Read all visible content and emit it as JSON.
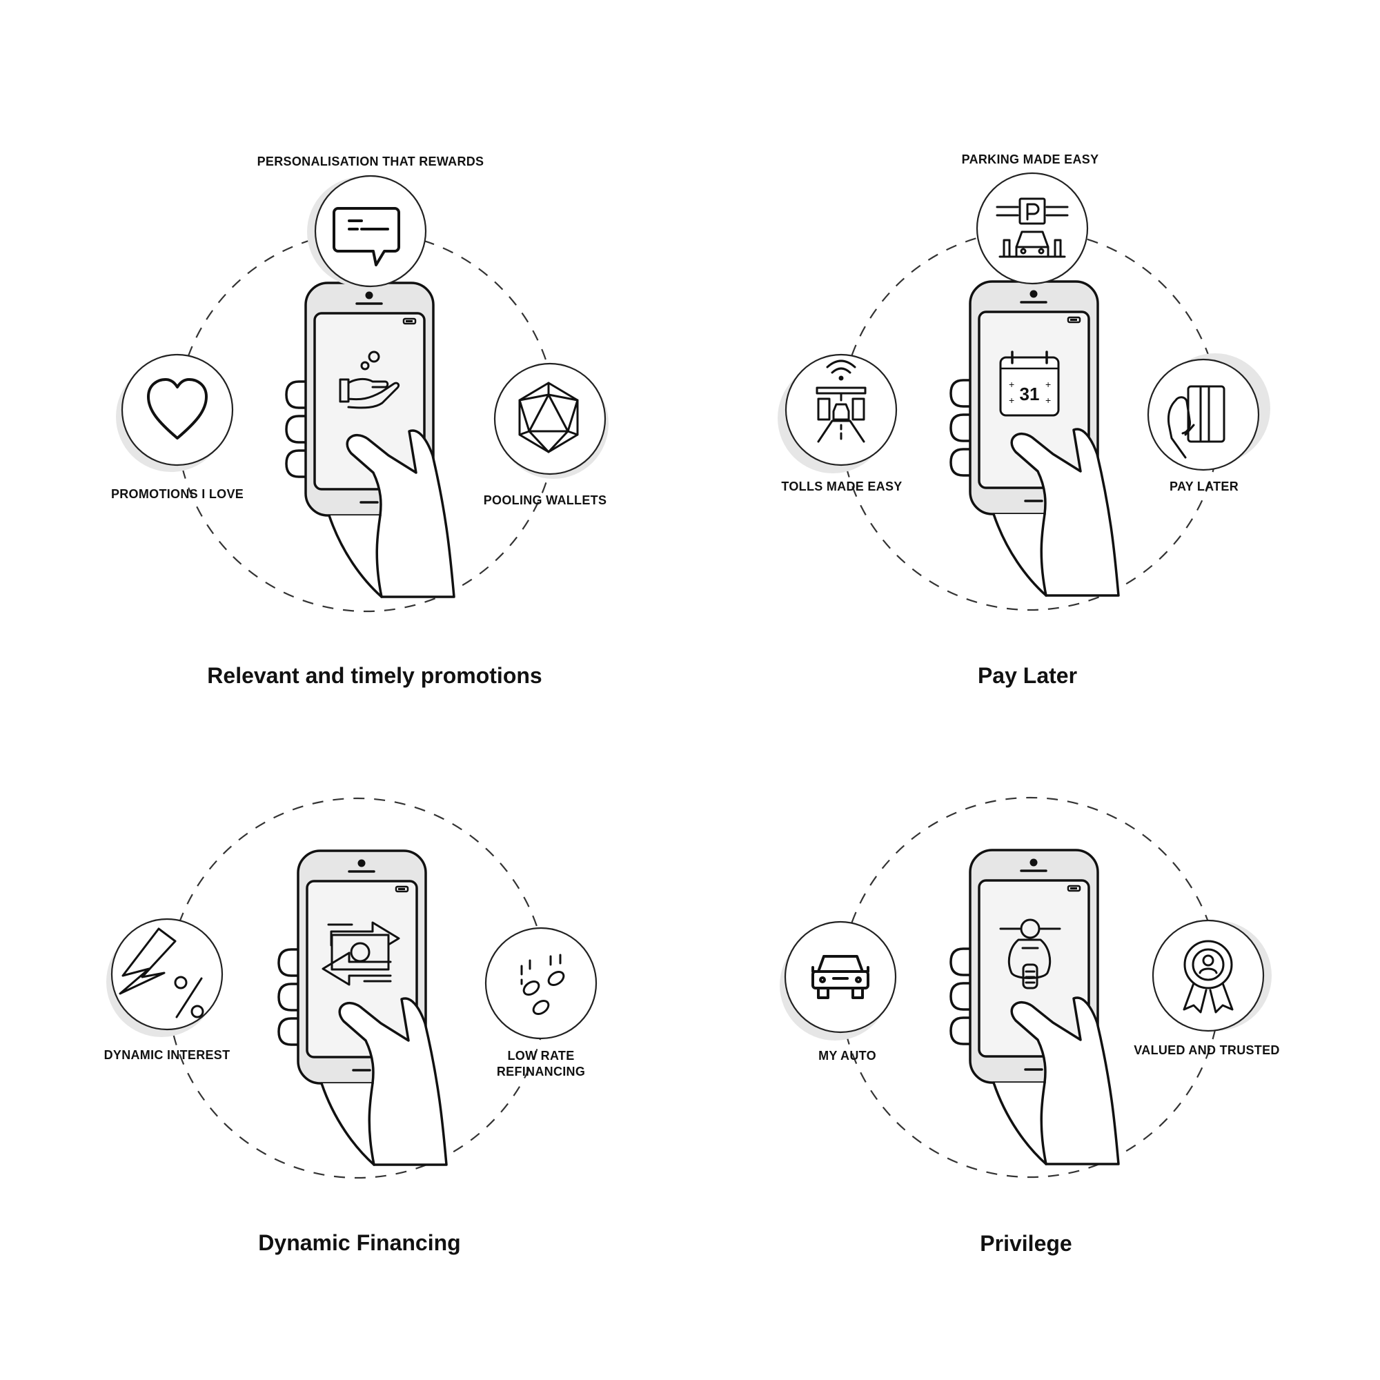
{
  "panels": [
    {
      "title": "Relevant and timely promotions",
      "top_label": "PERSONALISATION THAT REWARDS",
      "left_label": "PROMOTIONS I LOVE",
      "right_label": "POOLING WALLETS",
      "icons": {
        "top": "chat-bubble-icon",
        "left": "heart-icon",
        "right": "polyhedron-icon",
        "screen": "hand-coins-icon"
      }
    },
    {
      "title": "Pay Later",
      "top_label": "PARKING MADE EASY",
      "left_label": "TOLLS MADE EASY",
      "right_label": "PAY LATER",
      "calendar_day": "31",
      "icons": {
        "top": "parking-icon",
        "left": "toll-booth-icon",
        "right": "card-in-hand-icon",
        "screen": "calendar-icon"
      }
    },
    {
      "title": "Dynamic Financing",
      "left_label": "DYNAMIC INTEREST",
      "right_label_line1": "LOW RATE",
      "right_label_line2": "REFINANCING",
      "icons": {
        "left": "lightning-percent-icon",
        "right": "falling-coins-icon",
        "screen": "money-exchange-icon"
      }
    },
    {
      "title": "Privilege",
      "left_label": "MY AUTO",
      "right_label": "VALUED AND TRUSTED",
      "icons": {
        "left": "car-icon",
        "right": "award-badge-icon",
        "screen": "scooter-icon"
      }
    }
  ]
}
